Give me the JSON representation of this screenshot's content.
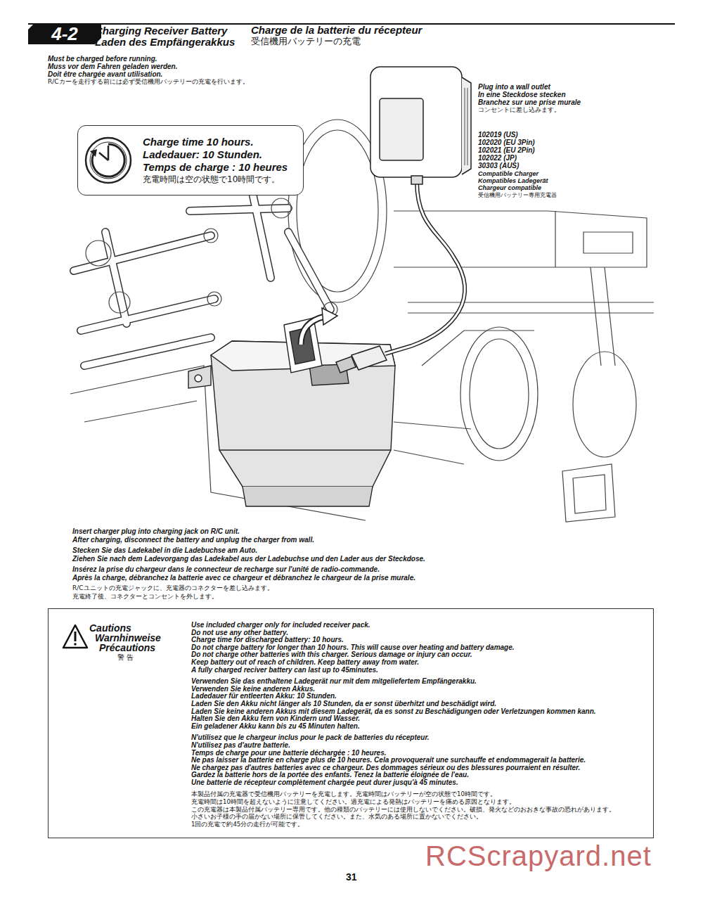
{
  "diagram": {
    "title": "Charging Receiver Battery",
    "nodes": [
      {
        "text": [
          "4-2"
        ]
      },
      {
        "text": [
          "Charge time 10 hours.",
          "Ladedauer: 10 Stunden.",
          "Temps de charge : 10 heures",
          "充電時間は空の状態で10時間です。"
        ]
      },
      {
        "text": [
          "Cautions",
          "Warnhinweise",
          "Précautions",
          "警 告",
          "Use included charger only for included receiver pack.",
          "Do not use any other battery.",
          "Charge time for discharged battery: 10 hours.",
          "Do not charge battery for longer than 10 hours. This will cause over heating and battery damage.",
          "Do not charge other batteries with this charger. Serious damage or injury can occur.",
          "Keep battery out of reach of children. Keep battery away from water.",
          "A fully charged reciver battery can last up to 45minutes.",
          "Verwenden Sie das enthaltene Ladegerät nur mit dem mitgeliefertem Empfängerakku.",
          "Verwenden Sie keine anderen Akkus.",
          "Ladedauer für entleerten Akku: 10 Stunden.",
          "Laden Sie den Akku nicht länger als 10 Stunden, da er sonst überhitzt und beschädigt wird.",
          "Laden Sie keine anderen Akkus mit diesem Ladegerät, da es sonst zu Beschädigungen oder Verletzungen kommen kann.",
          "Halten Sie den Akku fern von Kindern und Wasser.",
          "Ein geladener Akku kann bis zu 45 Minuten halten.",
          "N'utilisez que le chargeur inclus pour le pack de batteries du récepteur.",
          "N'utilisez pas d'autre batterie.",
          "Temps de charge pour une batterie déchargée : 10 heures.",
          "Ne pas laisser la batterie en charge plus de 10 heures. Cela provoquerait une surchauffe et endommagerait la batterie.",
          "Ne chargez pas d'autres batteries avec ce chargeur. Des dommages sérieux ou des blessures pourraient en résulter.",
          "Gardez la batterie hors de la portée des enfants. Tenez la batterie éloignée de l'eau.",
          "Une batterie de récepteur complètement chargée peut durer jusqu'à 45 minutes.",
          "本製品付属の充電器で受信機用バッテリーを充電します。充電時間はバッテリーが空の状態で10時間です。",
          "充電時間は10時間を超えないように注意してください。過充電による発熱はバッテリーを痛める原因となります。",
          "この充電器は本製品付属バッテリー専用です。他の種類のバッテリーには使用しないでください。破損、発火などのおおきな事故の恐れがあります。",
          "小さいお子様の手の届かない場所に保管してください。また、水気のある場所に置かないでください。",
          "1回の充電で約45分の走行が可能です。"
        ]
      }
    ],
    "labels": [
      "Charge de la batterie du récepteur",
      "Laden des Empfängerakkus",
      "受信機用バッテリーの充電",
      "Must be charged before running.",
      "Muss vor dem Fahren geladen werden.",
      "Doit être chargée avant utilisation.",
      "R/Cカーを走行する前には必ず受信機用バッテリーの充電を行います。",
      "Plug into a wall outlet",
      "In eine Steckdose stecken",
      "Branchez sur une prise murale",
      "コンセントに差し込みます。",
      "102019 (US)",
      "102020 (EU 3Pin)",
      "102021 (EU 2Pin)",
      "102022 (JP)",
      "30303 (AUS)",
      "Compatible Charger",
      "Kompatibles Ladegerät",
      "Chargeur compatible",
      "受信機用バッテリー専用充電器",
      "Insert charger plug into charging jack on R/C unit.",
      "After charging, disconnect the battery and unplug the charger from wall.",
      "Stecken Sie das Ladekabel in die Ladebuchse am Auto.",
      "Ziehen Sie nach dem Ladevorgang das Ladekabel aus der Ladebuchse und den Lader aus der Steckdose.",
      "Insérez la prise du chargeur dans le connecteur de recharge sur l'unité de radio-commande.",
      "Après la charge, débranchez la batterie avec ce chargeur et débranchez le chargeur de la prise murale.",
      "R/Cユニットの充電ジャックに、充電器のコネクターを差し込みます。",
      "充電終了後、コネクターとコンセントを外します。",
      "31",
      "RCScrapyard.net"
    ]
  }
}
